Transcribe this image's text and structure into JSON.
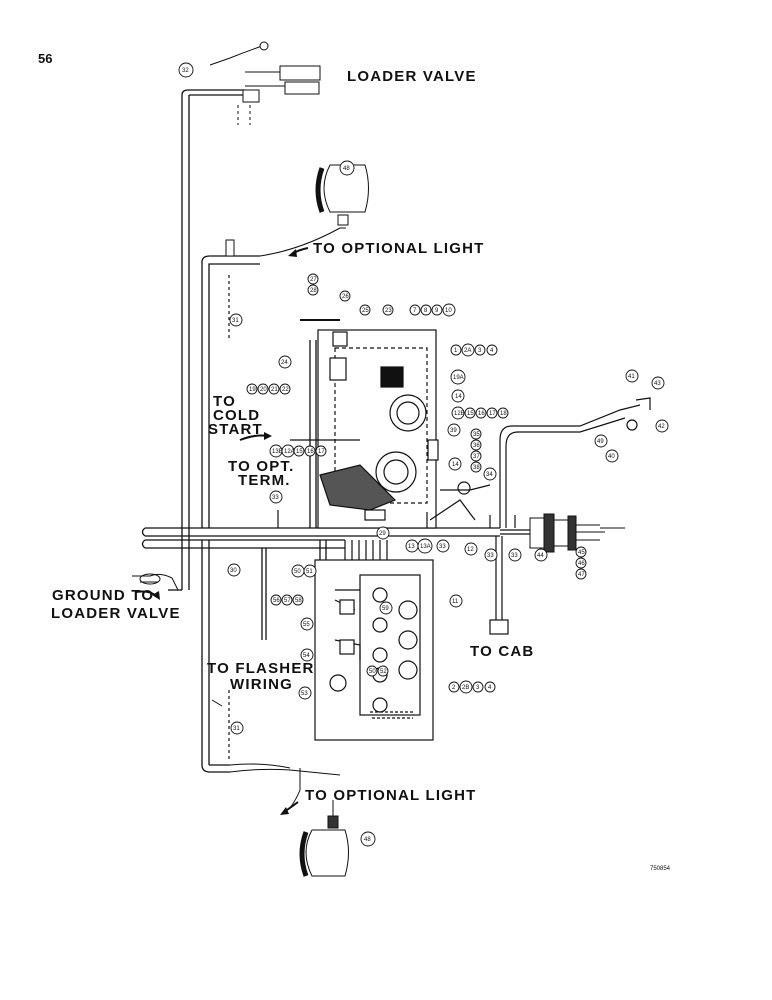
{
  "page_number": "56",
  "labels": {
    "loader_valve": "LOADER VALVE",
    "to_optional_light_top": "TO OPTIONAL LIGHT",
    "to_cold_start_1": "TO",
    "to_cold_start_2": "COLD",
    "to_cold_start_3": "START",
    "to_opt_term_1": "TO OPT.",
    "to_opt_term_2": "TERM.",
    "ground_to_1": "GROUND TO",
    "ground_to_2": "LOADER VALVE",
    "to_flasher_1": "TO FLASHER",
    "to_flasher_2": "WIRING",
    "to_cab": "TO CAB",
    "to_optional_light_bottom": "TO OPTIONAL LIGHT"
  },
  "figure_ref": "750854",
  "callouts": {
    "c32": "32",
    "c48a": "48",
    "c27": "27",
    "c28": "28",
    "c26": "26",
    "c25": "25",
    "c23": "23",
    "c7": "7",
    "c8": "8",
    "c9": "9",
    "c10": "10",
    "c1": "1",
    "c2a": "2A",
    "c3": "3",
    "c4": "4",
    "c24": "24",
    "c19": "19",
    "c20": "20",
    "c21": "21",
    "c22": "22",
    "c31a": "31",
    "c19a": "19A",
    "c14a": "14",
    "c12b": "12B",
    "c15a": "15",
    "c16a": "16",
    "c17a": "17",
    "c18": "18",
    "c13b": "13B",
    "c12a": "12A",
    "c15b": "15",
    "c16b": "16",
    "c17b": "17",
    "c39": "39",
    "c35": "35",
    "c36": "36",
    "c37": "37",
    "c14b": "14",
    "c38": "38",
    "c34": "34",
    "c41": "41",
    "c43": "43",
    "c42": "42",
    "c49": "49",
    "c40": "40",
    "c33a": "33",
    "c29": "29",
    "c13": "13",
    "c13a": "13A",
    "c33b": "33",
    "c12": "12",
    "c33c": "33",
    "c33d": "33",
    "c44": "44",
    "c45": "45",
    "c46": "46",
    "c47": "47",
    "c30": "30",
    "c50": "50",
    "c51": "51",
    "c56": "56",
    "c57": "57",
    "c58": "58",
    "c59": "59",
    "c11": "11",
    "c55": "55",
    "c54": "54",
    "c50b": "50",
    "c52": "52",
    "c53": "53",
    "c2": "2",
    "c2b": "2B",
    "c3b": "3",
    "c4b": "4",
    "c31b": "31",
    "c48b": "48"
  }
}
